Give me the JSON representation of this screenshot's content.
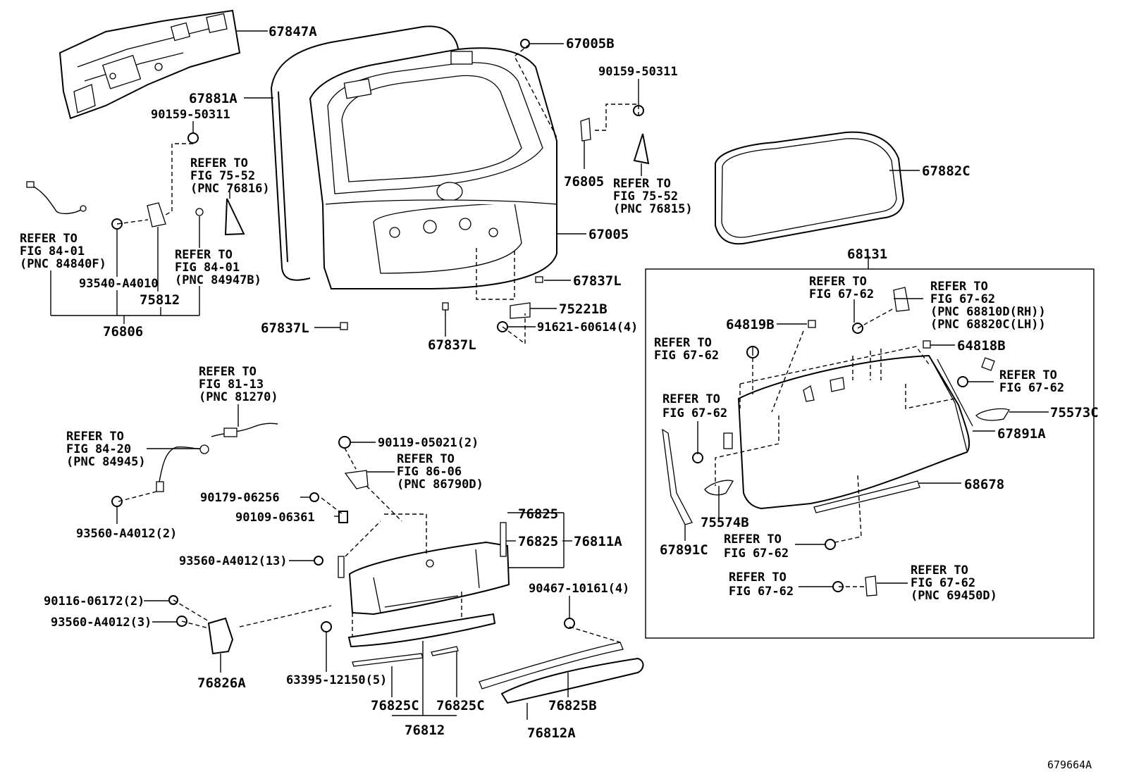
{
  "diagram_id": "679664A",
  "parts": {
    "p67847A": "67847A",
    "p67881A": "67881A",
    "p90159_50311_left": "90159-50311",
    "p67005B": "67005B",
    "p90159_50311_right": "90159-50311",
    "p76805": "76805",
    "p67882C": "67882C",
    "p67005": "67005",
    "p68131": "68131",
    "p93540_A4010": "93540-A4010",
    "p75812": "75812",
    "p76806": "76806",
    "p67837L_a": "67837L",
    "p67837L_b": "67837L",
    "p67837L_c": "67837L",
    "p75221B": "75221B",
    "p91621_60614": "91621-60614(4)",
    "p64819B": "64819B",
    "p64818B": "64818B",
    "p75573C": "75573C",
    "p67891A": "67891A",
    "p68678": "68678",
    "p75574B": "75574B",
    "p67891C": "67891C",
    "p90119_05021": "90119-05021(2)",
    "p90179_06256": "90179-06256",
    "p90109_06361": "90109-06361",
    "p76825_a": "76825",
    "p76825_b": "76825",
    "p76811A": "76811A",
    "p93560_A4012_2": "93560-A4012(2)",
    "p93560_A4012_13": "93560-A4012(13)",
    "p90116_06172": "90116-06172(2)",
    "p93560_A4012_3": "93560-A4012(3)",
    "p76826A": "76826A",
    "p63395_12150": "63395-12150(5)",
    "p76825C_a": "76825C",
    "p76825C_b": "76825C",
    "p76812": "76812",
    "p90467_10161": "90467-10161(4)",
    "p76825B": "76825B",
    "p76812A": "76812A"
  },
  "refs": {
    "r1": [
      "REFER TO",
      "FIG 75-52",
      "(PNC 76816)"
    ],
    "r2": [
      "REFER TO",
      "FIG 75-52",
      "(PNC 76815)"
    ],
    "r3": [
      "REFER TO",
      "FIG 84-01",
      "(PNC 84840F)"
    ],
    "r4": [
      "REFER TO",
      "FIG 84-01",
      "(PNC 84947B)"
    ],
    "r5": [
      "REFER TO",
      "FIG 67-62"
    ],
    "r6": [
      "REFER TO",
      "FIG 67-62",
      "(PNC 68810D(RH))",
      "(PNC 68820C(LH))"
    ],
    "r7": [
      "REFER TO",
      "FIG 67-62"
    ],
    "r8": [
      "REFER TO",
      "FIG 67-62"
    ],
    "r9": [
      "REFER TO",
      "FIG 67-62"
    ],
    "r10": [
      "REFER TO",
      "FIG 67-62"
    ],
    "r11": [
      "REFER TO",
      "FIG 67-62"
    ],
    "r12": [
      "REFER TO",
      "FIG 67-62",
      "(PNC 69450D)"
    ],
    "r13": [
      "REFER TO",
      "FIG 81-13",
      "(PNC 81270)"
    ],
    "r14": [
      "REFER TO",
      "FIG 84-20",
      "(PNC 84945)"
    ],
    "r15": [
      "REFER TO",
      "FIG 86-06",
      "(PNC 86790D)"
    ]
  }
}
